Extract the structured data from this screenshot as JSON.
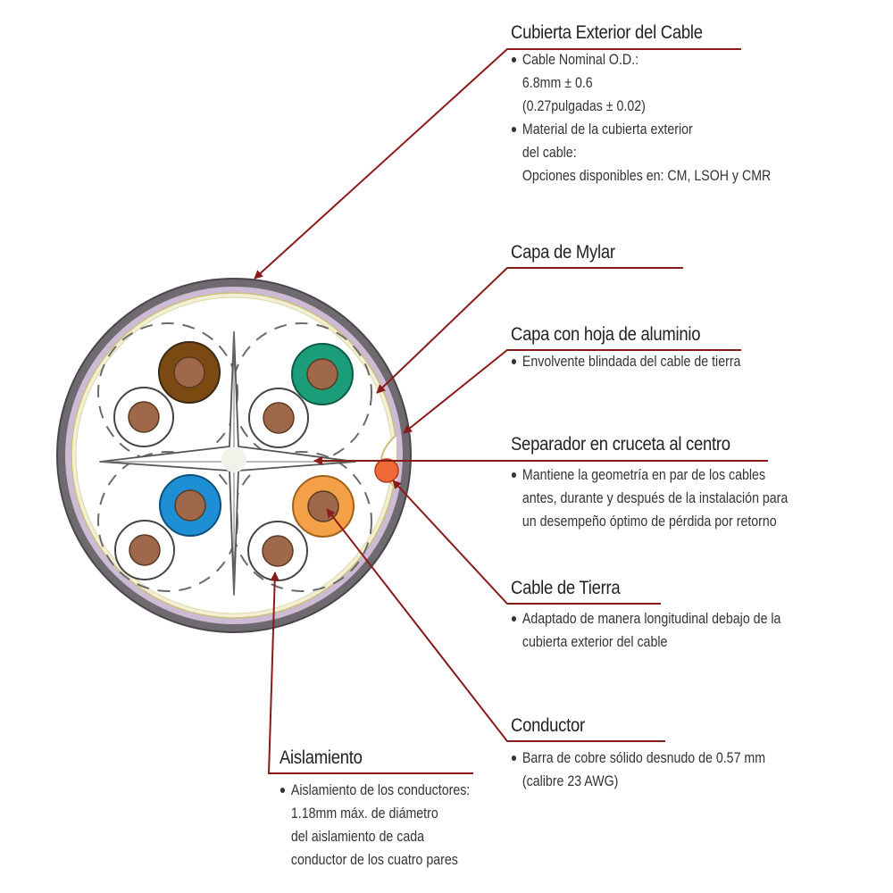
{
  "colors": {
    "leader": "#8b1a1a",
    "jacket": "#6e6a70",
    "mylar": "#cdbbd6",
    "foil": "#e9e1b0",
    "pair_brown": "#7a4a12",
    "pair_green": "#1a9d78",
    "pair_blue": "#1e8fd4",
    "pair_orange": "#f4a048",
    "copper": "#a0684a",
    "drain": "#f0693a"
  },
  "callouts": {
    "cubierta": {
      "title": "Cubierta Exterior del Cable",
      "bullets": [
        [
          "Cable Nominal O.D.:",
          "6.8mm ± 0.6",
          "(0.27pulgadas ± 0.02)"
        ],
        [
          "Material de la cubierta exterior",
          "del cable:",
          "Opciones disponibles en: CM, LSOH y CMR"
        ]
      ]
    },
    "mylar": {
      "title": "Capa de Mylar"
    },
    "aluminio": {
      "title": "Capa con hoja de aluminio",
      "bullets": [
        [
          "Envolvente blindada del cable de tierra"
        ]
      ]
    },
    "separador": {
      "title": "Separador en cruceta al centro",
      "bullets": [
        [
          "Mantiene la geometría en par de los cables",
          "antes, durante y después de la instalación para",
          "un desempeño óptimo de pérdida por retorno"
        ]
      ]
    },
    "tierra": {
      "title": "Cable de Tierra",
      "bullets": [
        [
          "Adaptado de manera longitudinal debajo de la",
          "cubierta exterior del cable"
        ]
      ]
    },
    "conductor": {
      "title": "Conductor",
      "bullets": [
        [
          "Barra de cobre sólido desnudo de 0.57 mm",
          "(calibre 23 AWG)"
        ]
      ]
    },
    "aislamiento": {
      "title": "Aislamiento",
      "bullets": [
        [
          "Aislamiento de los conductores:",
          "1.18mm máx. de diámetro",
          "del aislamiento de cada",
          "conductor de los cuatro pares"
        ]
      ]
    }
  }
}
